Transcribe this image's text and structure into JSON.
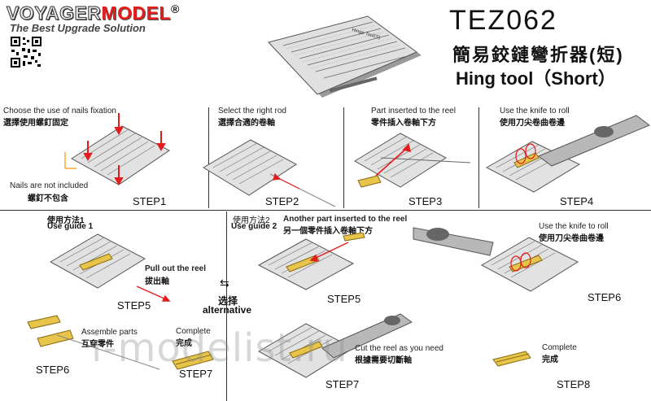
{
  "brand": {
    "part1": "VOYAGER",
    "part2": "MODEL",
    "reg": "®",
    "tagline": "The Best Upgrade Solution"
  },
  "product": {
    "code": "TEZ062",
    "title_cn": "簡易鉸鏈彎折器(短)",
    "title_en": "Hing tool（Short）"
  },
  "tool_print": "Hinge Tool(S)",
  "top_steps": [
    {
      "en": "Choose the use of nails fixation",
      "cn": "選擇使用螺釘固定",
      "note_en": "Nails are not included",
      "note_cn": "螺釘不包含",
      "step": "STEP1"
    },
    {
      "en": "Select the right rod",
      "cn": "選擇合適的卷軸",
      "step": "STEP2"
    },
    {
      "en": "Part inserted to the reel",
      "cn": "零件插入卷軸下方",
      "step": "STEP3"
    },
    {
      "en": "Use the knife to roll",
      "cn": "使用刀尖卷曲卷邊",
      "step": "STEP4"
    }
  ],
  "guide1": {
    "cn": "使用方法1",
    "en": "Use guide 1",
    "pull_en": "Pull out the reel",
    "pull_cn": "拔出軸",
    "step5": "STEP5",
    "assemble_en": "Assemble parts",
    "assemble_cn": "互穿零件",
    "step6": "STEP6",
    "complete_en": "Complete",
    "complete_cn": "完成",
    "step7": "STEP7"
  },
  "alternative": {
    "cn": "选择",
    "en": "alternative"
  },
  "guide2": {
    "cn": "使用方法2",
    "en": "Use guide 2",
    "another_en": "Another part inserted to the reel",
    "another_cn": "另一個零件插入卷軸下方",
    "step5": "STEP5",
    "cut_en": "Cut the reel as you need",
    "cut_cn": "根據需要切斷軸",
    "step7": "STEP7",
    "knife_en": "Use the knife to roll",
    "knife_cn": "使用刀尖卷曲卷邊",
    "step6": "STEP6",
    "complete_en": "Complete",
    "complete_cn": "完成",
    "step8": "STEP8"
  },
  "watermark": "i-modelist.ru",
  "colors": {
    "accent_red": "#e31c1c",
    "plate": "#d9d9d9",
    "brass": "#d9b54a",
    "text": "#111111"
  }
}
